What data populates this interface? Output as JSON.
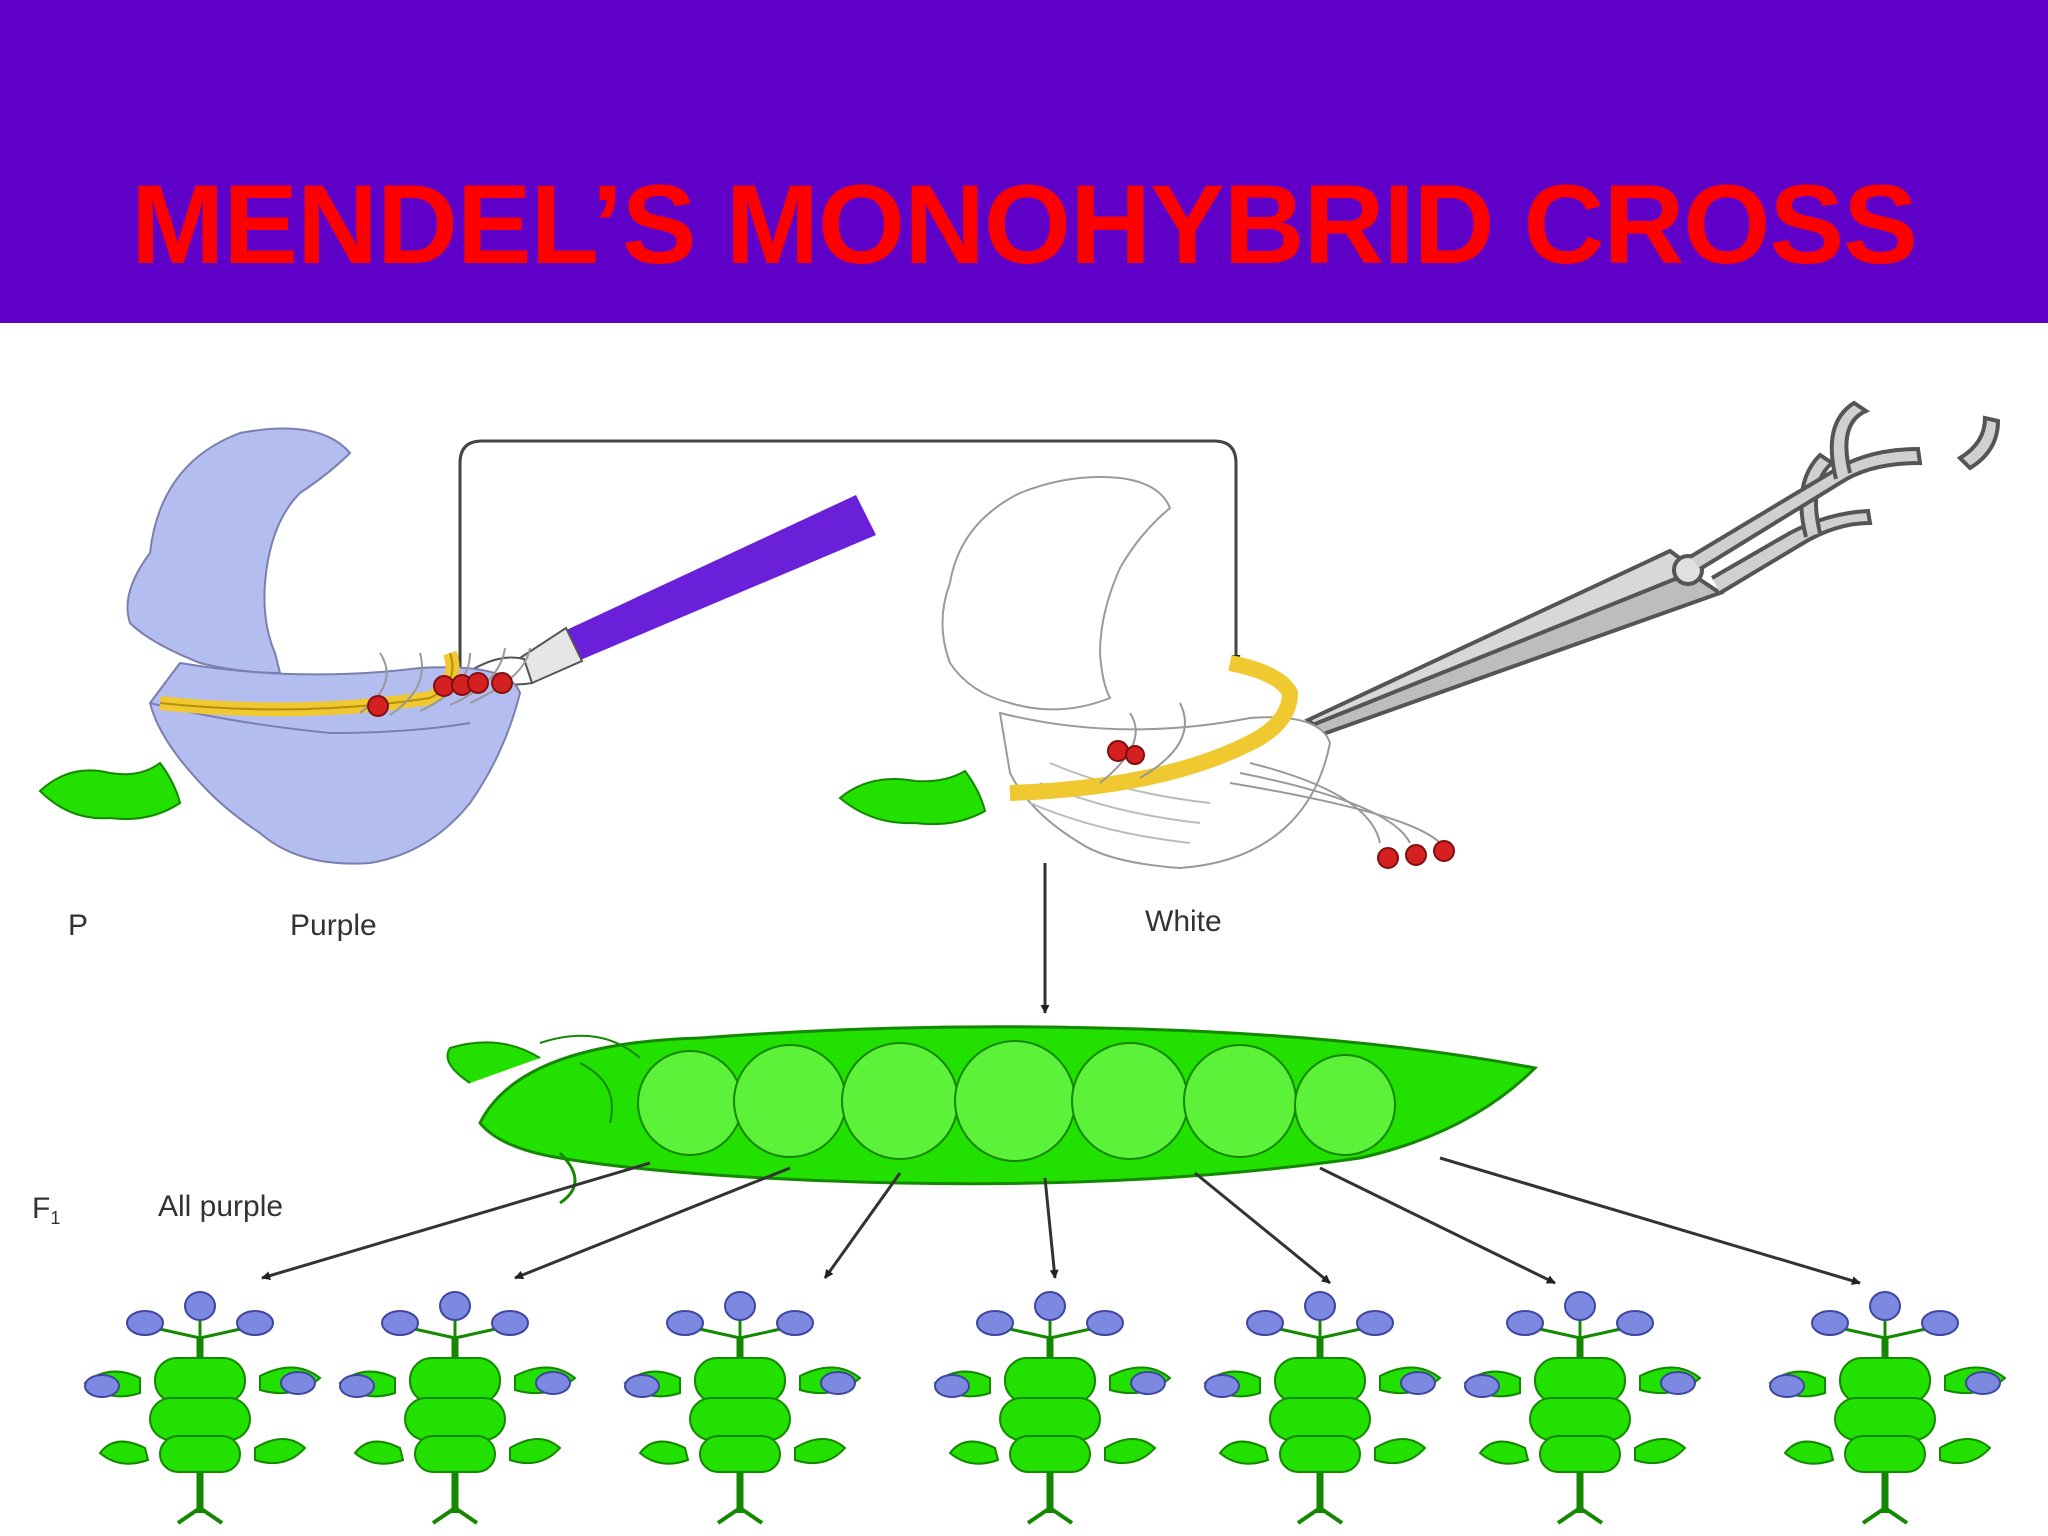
{
  "title": "MENDEL’S MONOHYBRID CROSS",
  "colors": {
    "title_bar": "#5f00c8",
    "title_text": "#ff0000",
    "purple_petal": "#b4bdf0",
    "flower_blue": "#7d88e0",
    "pea_green": "#22e000",
    "pea_green_light": "#5cf23a",
    "stamen_yellow": "#f0c830",
    "anther_red": "#d42020",
    "brush_purple": "#6a1fd8"
  },
  "labels": {
    "p": "P",
    "purple": "Purple",
    "white": "White",
    "f1": "F",
    "f1_sub": "1",
    "f1_desc": "All purple"
  },
  "icons": {
    "brush": "paintbrush-icon",
    "scissors": "scissors-icon"
  },
  "offspring_count": 7
}
